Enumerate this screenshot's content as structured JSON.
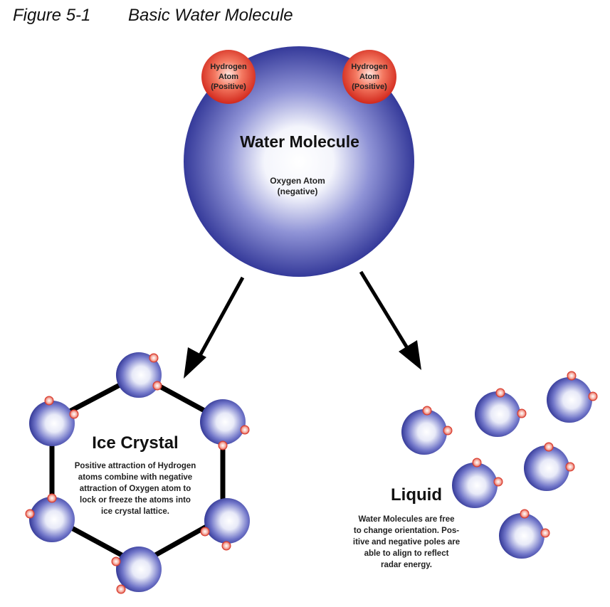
{
  "figure": {
    "number": "Figure 5-1",
    "title": "Basic Water Molecule"
  },
  "molecule": {
    "title": "Water Molecule",
    "oxygen_line1": "Oxygen Atom",
    "oxygen_line2": "(negative)",
    "hydrogen_line1": "Hydrogen",
    "hydrogen_line2": "Atom",
    "hydrogen_line3": "(Positive)"
  },
  "ice": {
    "title": "Ice Crystal",
    "lines": [
      "Positive attraction of Hydrogen",
      "atoms combine with negative",
      "attraction of Oxygen atom to",
      "lock or freeze the atoms into",
      "ice crystal lattice."
    ]
  },
  "liquid": {
    "title": "Liquid",
    "lines": [
      "Water Molecules are free",
      "to change orientation.  Pos-",
      "itive and negative poles are",
      "able to align to reflect",
      "radar energy."
    ]
  },
  "colors": {
    "oxygen_edge": "#3a3f9e",
    "oxygen_center": "#ffffff",
    "hydrogen_fill": "#e83a2a",
    "lattice": "#000000"
  }
}
